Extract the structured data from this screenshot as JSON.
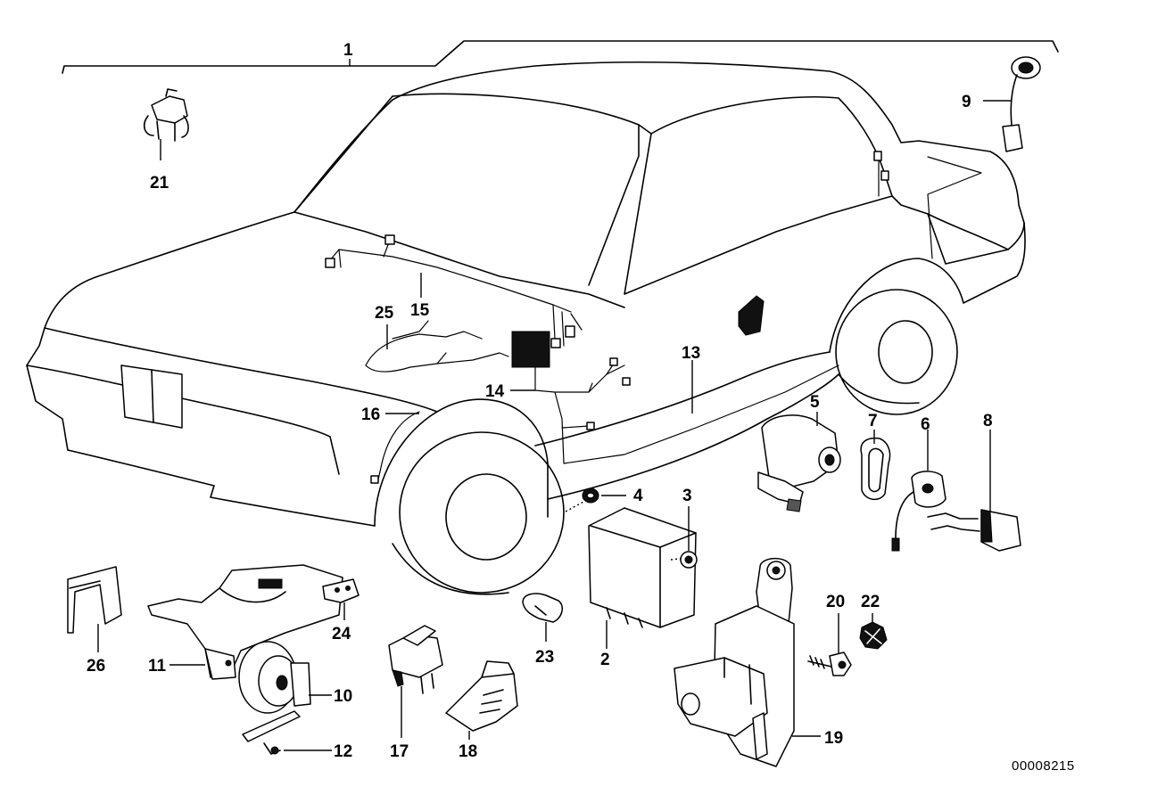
{
  "diagram": {
    "reference_number": "00008215",
    "callouts": [
      {
        "id": "c1",
        "label": "1"
      },
      {
        "id": "c2",
        "label": "2"
      },
      {
        "id": "c3",
        "label": "3"
      },
      {
        "id": "c4",
        "label": "4"
      },
      {
        "id": "c5",
        "label": "5"
      },
      {
        "id": "c6",
        "label": "6"
      },
      {
        "id": "c7",
        "label": "7"
      },
      {
        "id": "c8",
        "label": "8"
      },
      {
        "id": "c9",
        "label": "9"
      },
      {
        "id": "c10",
        "label": "10"
      },
      {
        "id": "c11",
        "label": "11"
      },
      {
        "id": "c12",
        "label": "12"
      },
      {
        "id": "c13",
        "label": "13"
      },
      {
        "id": "c14",
        "label": "14"
      },
      {
        "id": "c15",
        "label": "15"
      },
      {
        "id": "c16",
        "label": "16"
      },
      {
        "id": "c17",
        "label": "17"
      },
      {
        "id": "c18",
        "label": "18"
      },
      {
        "id": "c19",
        "label": "19"
      },
      {
        "id": "c20",
        "label": "20"
      },
      {
        "id": "c21",
        "label": "21"
      },
      {
        "id": "c22",
        "label": "22"
      },
      {
        "id": "c23",
        "label": "23"
      },
      {
        "id": "c24",
        "label": "24"
      },
      {
        "id": "c25",
        "label": "25"
      },
      {
        "id": "c26",
        "label": "26"
      }
    ]
  }
}
